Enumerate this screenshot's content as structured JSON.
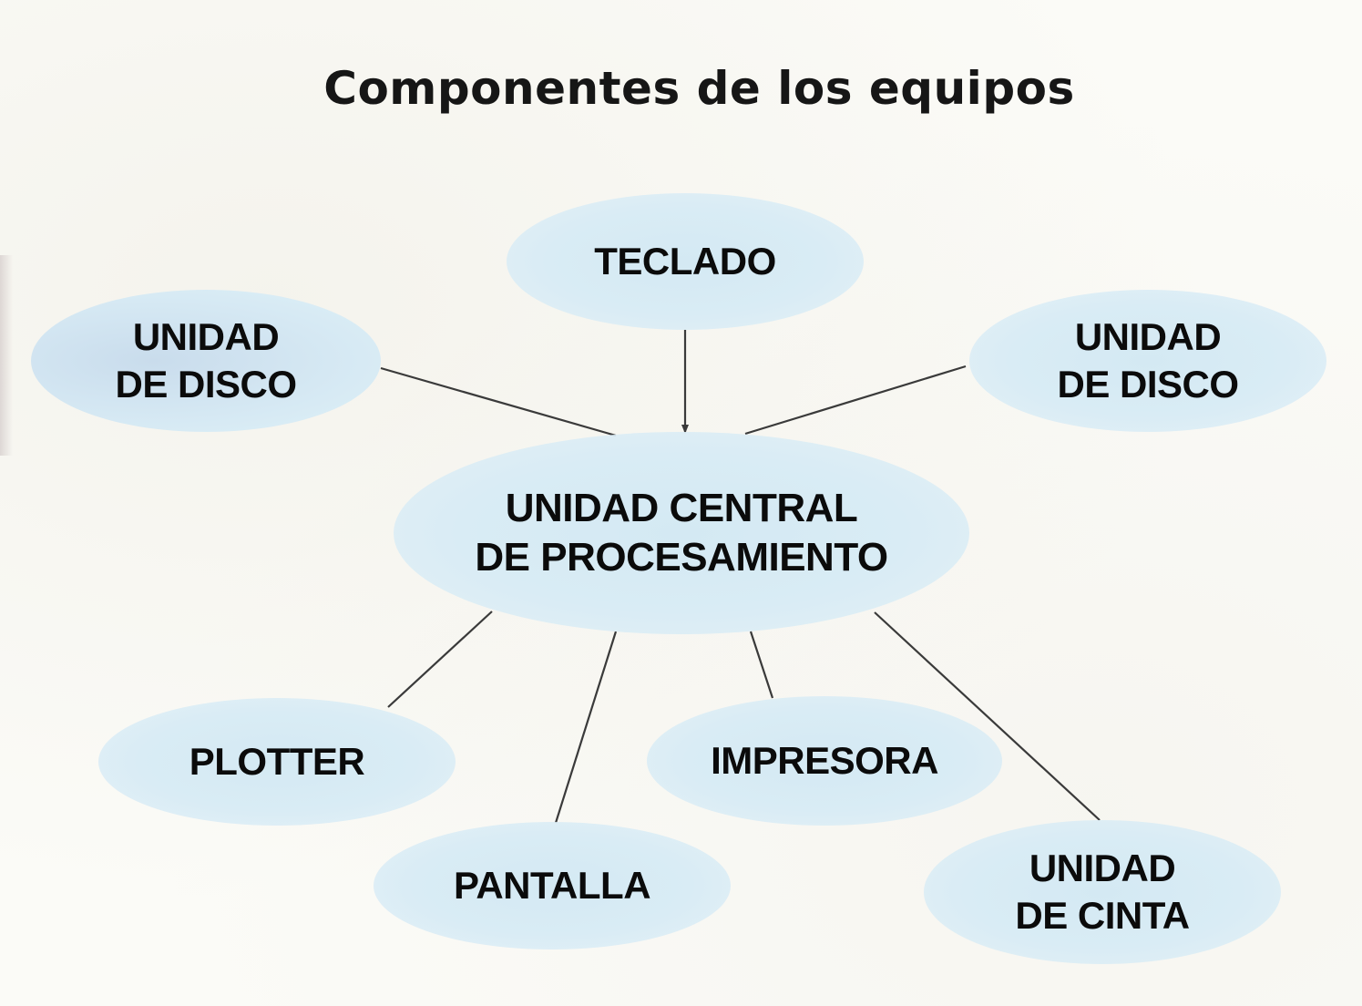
{
  "title": "Componentes de los equipos",
  "nodes": {
    "center": "UNIDAD CENTRAL\nDE PROCESAMIENTO",
    "keyboard": "TECLADO",
    "disk_left": "UNIDAD\nDE DISCO",
    "disk_right": "UNIDAD\nDE DISCO",
    "plotter": "PLOTTER",
    "printer": "IMPRESORA",
    "screen": "PANTALLA",
    "tape": "UNIDAD\nDE CINTA"
  },
  "colors": {
    "node_fill": "#d9ecf5",
    "line": "#3a3a3a",
    "text": "#0b0b0b"
  }
}
